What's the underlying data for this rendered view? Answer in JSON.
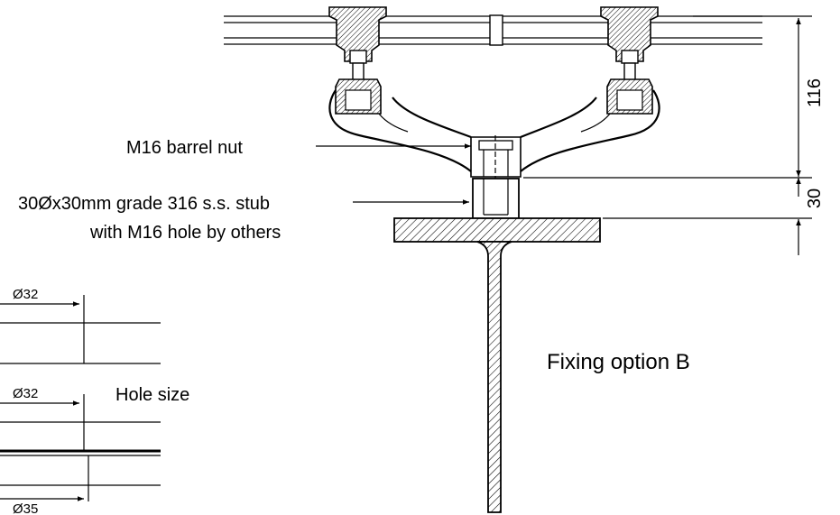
{
  "labels": {
    "barrel_nut": "M16 barrel nut",
    "stub_line1": "30Øx30mm grade 316 s.s. stub",
    "stub_line2": "with M16 hole  by others",
    "option": "Fixing option B",
    "hole_size": "Hole size"
  },
  "dimensions": {
    "height_top": "116",
    "height_stub": "30",
    "dia_1": "Ø32",
    "dia_2": "Ø32",
    "dia_3": "Ø35"
  }
}
